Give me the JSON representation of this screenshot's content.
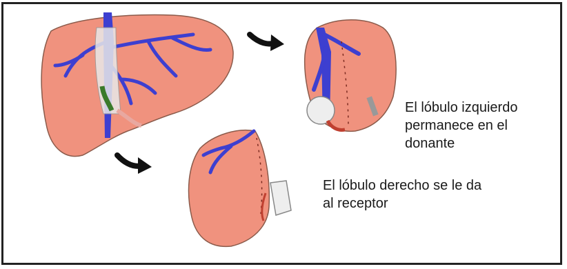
{
  "colors": {
    "liver": "#f0927e",
    "liver_outline": "#8a5a4a",
    "vein": "#3d3fd0",
    "bile_duct": "#d9d9d9",
    "arrow": "#111111",
    "border": "#222222"
  },
  "icons": [
    "curved-arrow-icon"
  ],
  "captions": {
    "left_lobe_line1": "El lóbulo izquierdo",
    "left_lobe_line2": "permanece en el",
    "left_lobe_line3": "donante",
    "right_lobe_line1": "El lóbulo derecho se le da",
    "right_lobe_line2": "al receptor"
  }
}
